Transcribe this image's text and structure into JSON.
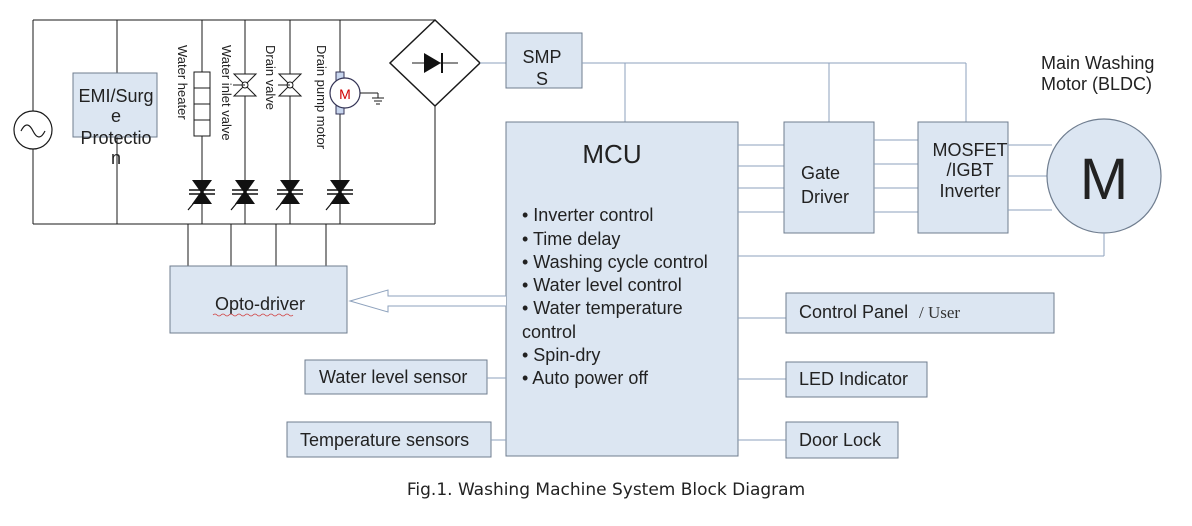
{
  "diagram": {
    "caption": "Fig.1. Washing Machine System Block Diagram",
    "emi": {
      "line1": "EMI/Surg",
      "line2": "e",
      "line3": "Protectio",
      "line4": "n"
    },
    "loads": {
      "water_heater": "Water heater",
      "water_inlet_valve": "Water inlet valve",
      "drain_valve": "Drain valve",
      "drain_pump_motor": "Drain pump motor",
      "pump_motor_letter": "M"
    },
    "smps": {
      "line1": "SMP",
      "line2": "S"
    },
    "mcu": {
      "title": "MCU",
      "functions": [
        "• Inverter control",
        "• Time delay",
        "• Washing cycle control",
        "• Water level control",
        "• Water temperature",
        "control",
        "• Spin-dry",
        "• Auto power off"
      ]
    },
    "gate_driver": {
      "line1": "Gate",
      "line2": "Driver"
    },
    "inverter": {
      "line1": "MOSFET",
      "line2": "/IGBT",
      "line3": "Inverter"
    },
    "main_motor": {
      "line1": "Main Washing",
      "line2": "Motor (BLDC)",
      "letter": "M"
    },
    "opto_driver": "Opto-driver",
    "control_panel": {
      "text": "Control Panel",
      "suffix": "/ User"
    },
    "led_indicator": "LED Indicator",
    "door_lock": "Door Lock",
    "water_level_sensor": "Water level sensor",
    "temperature_sensors": "Temperature sensors"
  },
  "colors": {
    "box_fill": "#dce6f2",
    "box_stroke": "#6f7d8f",
    "wire": "#1a1a1a",
    "motor_fill": "#dce6f2",
    "pump_letter": "#d00000"
  }
}
